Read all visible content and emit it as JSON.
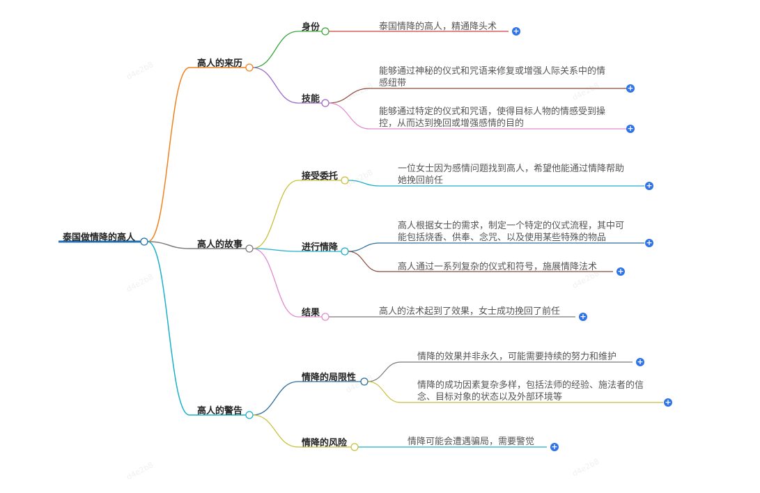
{
  "root": {
    "label": "泰国做情降的高人"
  },
  "branches": [
    {
      "label": "高人的来历",
      "children": [
        {
          "label": "身份",
          "leaves": [
            "泰国情降的高人，精通降头术"
          ]
        },
        {
          "label": "技能",
          "leaves": [
            "能够通过神秘的仪式和咒语来修复或增强人际关系中的情\n感纽带",
            "能够通过特定的仪式和咒语，使得目标人物的情感受到操\n控，从而达到挽回或增强感情的目的"
          ]
        }
      ]
    },
    {
      "label": "高人的故事",
      "children": [
        {
          "label": "接受委托",
          "leaves": [
            "一位女士因为感情问题找到高人，希望他能通过情降帮助\n她挽回前任"
          ]
        },
        {
          "label": "进行情降",
          "leaves": [
            "高人根据女士的需求，制定一个特定的仪式流程，其中可\n能包括烧香、供奉、念咒、以及使用某些特殊的物品",
            "高人通过一系列复杂的仪式和符号，施展情降法术"
          ]
        },
        {
          "label": "结果",
          "leaves": [
            "高人的法术起到了效果，女士成功挽回了前任"
          ]
        }
      ]
    },
    {
      "label": "高人的警告",
      "children": [
        {
          "label": "情降的局限性",
          "leaves": [
            "情降的效果并非永久，可能需要持续的努力和维护",
            "情降的成功因素复杂多样，包括法师的经验、施法者的信\n念、目标对象的状态以及外部环境等"
          ]
        },
        {
          "label": "情降的风险",
          "leaves": [
            "情降可能会遭遇骗局，需要警觉"
          ]
        }
      ]
    }
  ],
  "expand_symbol": "+",
  "watermark": "d4e2b8",
  "colors": {
    "root_line": "#1f6fb5",
    "branch": [
      "#f0821e",
      "#7a7a7a",
      "#1ab0c8"
    ],
    "plus_button": "#2f73e8"
  }
}
